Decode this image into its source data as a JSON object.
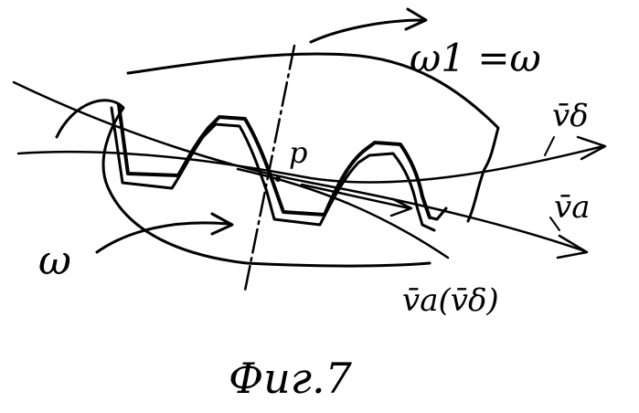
{
  "labels": {
    "omega1": "ω1 =ω",
    "p": "р",
    "v_delta": "v̄δ",
    "v_a": "v̄a",
    "omega": "ω",
    "v_a_v_delta": "v̄a(v̄δ)",
    "caption": "Фиг.7"
  },
  "colors": {
    "ink": "#000000",
    "paper": "#ffffff"
  }
}
